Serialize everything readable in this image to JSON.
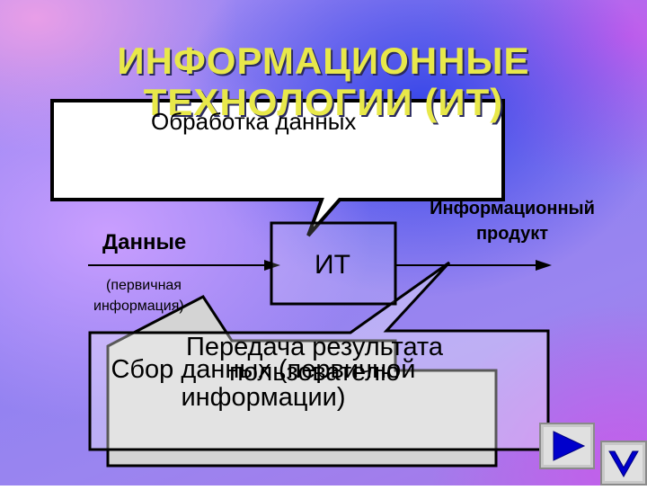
{
  "slide": {
    "title_line1": "ИНФОРМАЦИОННЫЕ",
    "title_line2": "ТЕХНОЛОГИИ (ИТ)"
  },
  "diagram": {
    "processing_label": "Обработка данных",
    "input_label": "Данные",
    "input_sublabel_line1": "(первичная",
    "input_sublabel_line2": "информация)",
    "it_label": "ИТ",
    "product_label_line1": "Информационный",
    "product_label_line2": "продукт",
    "transfer_label": "Передача результата пользователю",
    "collect_label": "Сбор данных (первичной информации)"
  },
  "navigation": {
    "next_icon": "play-triangle-icon",
    "back_icon": "return-arrow-icon"
  },
  "colors": {
    "title": "#e8e84a",
    "callout_fill": "#ffffff",
    "box_fill": "#d4d4d4",
    "button_fill": "#0000cc"
  }
}
